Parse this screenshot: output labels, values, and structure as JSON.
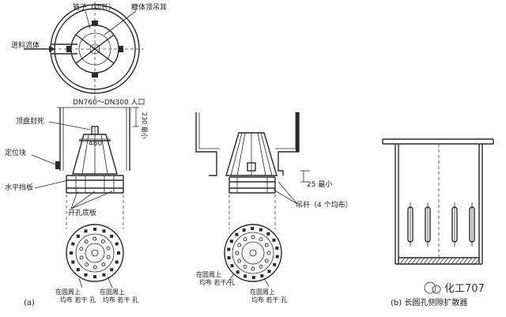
{
  "labels": {
    "pipe": "管子（切开）",
    "ear": "糠体顶吊耳",
    "feed": "进料流体",
    "manhole": "DN760～DN300 人口",
    "top_plate": "顶盘封死",
    "locator": "定位块",
    "horiz_baffle": "水平挡板",
    "hole_plate": "开孔底板",
    "dim_230": "230 最小",
    "dim_480": "480",
    "dim_25": "25 最小",
    "rod": "吊杆（4 个均布）",
    "circ_a1_l1": "在圆周上",
    "circ_a1_l2": "均布 若干 孔",
    "circ_a2_l1": "在圆周上",
    "circ_a2_l2": "均布 若干 孔",
    "circ_b1_l1": "在圆周上",
    "circ_b1_l2": "均布 若干 孔",
    "circ_b2_l1": "在圆周上",
    "circ_b2_l2": "均布 若干 孔",
    "caption_a": "(a)",
    "caption_b": "(b)  长圆孔侧隙扩散器",
    "watermark": "化工707"
  }
}
